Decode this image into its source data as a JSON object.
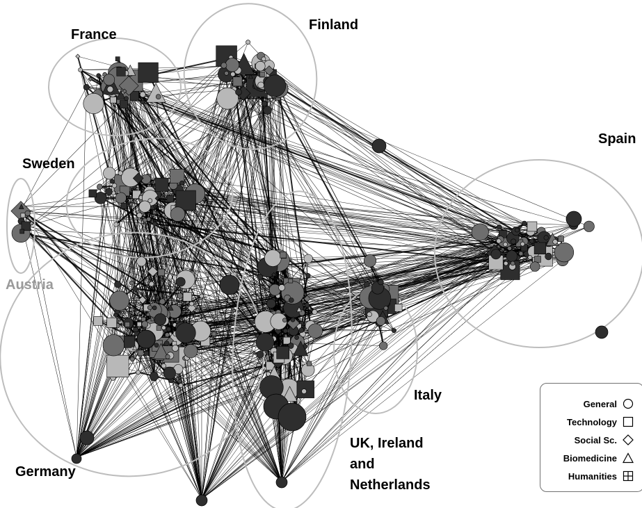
{
  "clusters": {
    "france": "France",
    "finland": "Finland",
    "spain": "Spain",
    "sweden": "Sweden",
    "austria": "Austria",
    "italy": "Italy",
    "germany": "Germany",
    "uk_line1": "UK, Ireland",
    "uk_line2": "and",
    "uk_line3": "Netherlands"
  },
  "legend": {
    "items": [
      {
        "label": "General",
        "symbol": "circle-icon"
      },
      {
        "label": "Technology",
        "symbol": "square-icon"
      },
      {
        "label": "Social Sc.",
        "symbol": "diamond-icon"
      },
      {
        "label": "Biomedicine",
        "symbol": "triangle-icon"
      },
      {
        "label": "Humanities",
        "symbol": "boxed-cross-icon"
      }
    ]
  },
  "colors": {
    "edge": "#000000",
    "node_dark": "#2e2e2e",
    "node_mid": "#6e6e6e",
    "node_light": "#b8b8b8",
    "cluster_outline": "#bdbdbd",
    "austria_label": "#9a9a9a"
  }
}
